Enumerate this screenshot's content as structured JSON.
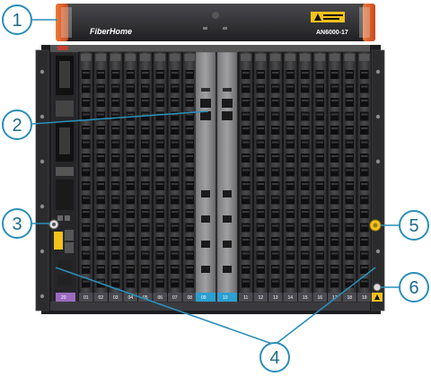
{
  "device": {
    "brand": "FiberHome",
    "model": "AN6000-17"
  },
  "callouts": [
    {
      "id": "1",
      "label": "1"
    },
    {
      "id": "2",
      "label": "2"
    },
    {
      "id": "3",
      "label": "3"
    },
    {
      "id": "4",
      "label": "4"
    },
    {
      "id": "5",
      "label": "5"
    },
    {
      "id": "6",
      "label": "6"
    }
  ],
  "slots": {
    "left_numbers": [
      "01",
      "02",
      "03",
      "04",
      "05",
      "06",
      "07",
      "08"
    ],
    "right_numbers": [
      "11",
      "12",
      "13",
      "14",
      "15",
      "16",
      "17",
      "18",
      "19"
    ],
    "control_numbers": [
      "09",
      "10"
    ],
    "power_label": "20"
  },
  "colors": {
    "callout": "#1c6c8c",
    "leader": "#2a8fb8",
    "chassis": "#2b2b2e",
    "card": "#3a3a3c",
    "accent_orange": "#e25a2a"
  }
}
